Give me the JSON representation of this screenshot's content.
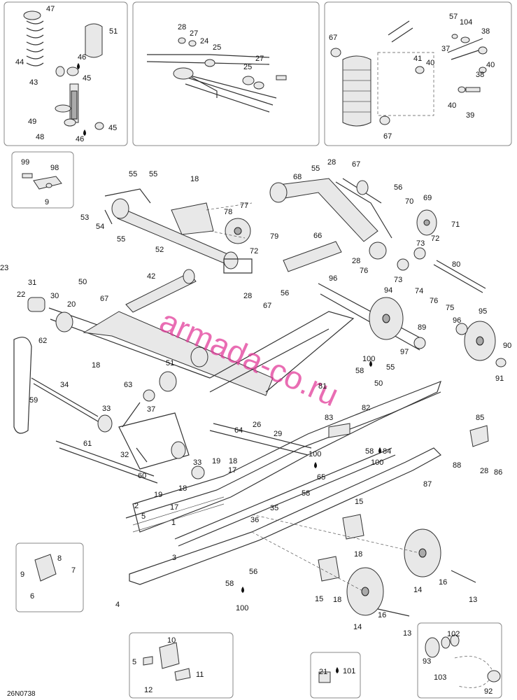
{
  "diagram_code": "26N0738",
  "watermark": "armada-co.ru",
  "callouts": [
    {
      "id": "c47",
      "text": "47"
    },
    {
      "id": "c51",
      "text": "51"
    },
    {
      "id": "c44",
      "text": "44"
    },
    {
      "id": "c46a",
      "text": "46"
    },
    {
      "id": "c43",
      "text": "43"
    },
    {
      "id": "c45a",
      "text": "45"
    },
    {
      "id": "c49",
      "text": "49"
    },
    {
      "id": "c48",
      "text": "48"
    },
    {
      "id": "c45b",
      "text": "45"
    },
    {
      "id": "c46b",
      "text": "46"
    },
    {
      "id": "c28a",
      "text": "28"
    },
    {
      "id": "c27a",
      "text": "27"
    },
    {
      "id": "c24",
      "text": "24"
    },
    {
      "id": "c25a",
      "text": "25"
    },
    {
      "id": "c25b",
      "text": "25"
    },
    {
      "id": "c27b",
      "text": "27"
    },
    {
      "id": "c67a",
      "text": "67"
    },
    {
      "id": "c57",
      "text": "57"
    },
    {
      "id": "c104",
      "text": "104"
    },
    {
      "id": "c38a",
      "text": "38"
    },
    {
      "id": "c37a",
      "text": "37"
    },
    {
      "id": "c41",
      "text": "41"
    },
    {
      "id": "c40a",
      "text": "40"
    },
    {
      "id": "c40b",
      "text": "40"
    },
    {
      "id": "c38b",
      "text": "38"
    },
    {
      "id": "c40c",
      "text": "40"
    },
    {
      "id": "c39",
      "text": "39"
    },
    {
      "id": "c67b",
      "text": "67"
    },
    {
      "id": "c99",
      "text": "99"
    },
    {
      "id": "c98",
      "text": "98"
    },
    {
      "id": "c9a",
      "text": "9"
    },
    {
      "id": "c55a",
      "text": "55"
    },
    {
      "id": "c55b",
      "text": "55"
    },
    {
      "id": "c18a",
      "text": "18"
    },
    {
      "id": "c53",
      "text": "53"
    },
    {
      "id": "c54",
      "text": "54"
    },
    {
      "id": "c55c",
      "text": "55"
    },
    {
      "id": "c78",
      "text": "78"
    },
    {
      "id": "c77",
      "text": "77"
    },
    {
      "id": "c52",
      "text": "52"
    },
    {
      "id": "c79",
      "text": "79"
    },
    {
      "id": "c72a",
      "text": "72"
    },
    {
      "id": "c68",
      "text": "68"
    },
    {
      "id": "c55d",
      "text": "55"
    },
    {
      "id": "c28b",
      "text": "28"
    },
    {
      "id": "c67c",
      "text": "67"
    },
    {
      "id": "c56a",
      "text": "56"
    },
    {
      "id": "c70",
      "text": "70"
    },
    {
      "id": "c69",
      "text": "69"
    },
    {
      "id": "c71",
      "text": "71"
    },
    {
      "id": "c72b",
      "text": "72"
    },
    {
      "id": "c66",
      "text": "66"
    },
    {
      "id": "c73a",
      "text": "73"
    },
    {
      "id": "c28c",
      "text": "28"
    },
    {
      "id": "c76a",
      "text": "76"
    },
    {
      "id": "c80",
      "text": "80"
    },
    {
      "id": "c73b",
      "text": "73"
    },
    {
      "id": "c74",
      "text": "74"
    },
    {
      "id": "c76b",
      "text": "76"
    },
    {
      "id": "c75",
      "text": "75"
    },
    {
      "id": "c23",
      "text": "23"
    },
    {
      "id": "c31",
      "text": "31"
    },
    {
      "id": "c22",
      "text": "22"
    },
    {
      "id": "c30",
      "text": "30"
    },
    {
      "id": "c20",
      "text": "20"
    },
    {
      "id": "c50a",
      "text": "50"
    },
    {
      "id": "c67d",
      "text": "67"
    },
    {
      "id": "c42",
      "text": "42"
    },
    {
      "id": "c28d",
      "text": "28"
    },
    {
      "id": "c67e",
      "text": "67"
    },
    {
      "id": "c56b",
      "text": "56"
    },
    {
      "id": "c96a",
      "text": "96"
    },
    {
      "id": "c94",
      "text": "94"
    },
    {
      "id": "c95",
      "text": "95"
    },
    {
      "id": "c96b",
      "text": "96"
    },
    {
      "id": "c89",
      "text": "89"
    },
    {
      "id": "c97",
      "text": "97"
    },
    {
      "id": "c90",
      "text": "90"
    },
    {
      "id": "c91",
      "text": "91"
    },
    {
      "id": "c62",
      "text": "62"
    },
    {
      "id": "c18b",
      "text": "18"
    },
    {
      "id": "c51b",
      "text": "51"
    },
    {
      "id": "c63",
      "text": "63"
    },
    {
      "id": "c100a",
      "text": "100"
    },
    {
      "id": "c58a",
      "text": "58"
    },
    {
      "id": "c50b",
      "text": "50"
    },
    {
      "id": "c55e",
      "text": "55"
    },
    {
      "id": "c81",
      "text": "81"
    },
    {
      "id": "c34",
      "text": "34"
    },
    {
      "id": "c59",
      "text": "59"
    },
    {
      "id": "c33a",
      "text": "33"
    },
    {
      "id": "c37b",
      "text": "37"
    },
    {
      "id": "c82",
      "text": "82"
    },
    {
      "id": "c83",
      "text": "83"
    },
    {
      "id": "c85",
      "text": "85"
    },
    {
      "id": "c64",
      "text": "64"
    },
    {
      "id": "c26",
      "text": "26"
    },
    {
      "id": "c29",
      "text": "29"
    },
    {
      "id": "c61",
      "text": "61"
    },
    {
      "id": "c32",
      "text": "32"
    },
    {
      "id": "c33b",
      "text": "33"
    },
    {
      "id": "c19a",
      "text": "19"
    },
    {
      "id": "c18c",
      "text": "18"
    },
    {
      "id": "c17a",
      "text": "17"
    },
    {
      "id": "c100b",
      "text": "100"
    },
    {
      "id": "c58b",
      "text": "58"
    },
    {
      "id": "c84",
      "text": "84"
    },
    {
      "id": "c100c",
      "text": "100"
    },
    {
      "id": "c88",
      "text": "88"
    },
    {
      "id": "c28e",
      "text": "28"
    },
    {
      "id": "c86",
      "text": "86"
    },
    {
      "id": "c87",
      "text": "87"
    },
    {
      "id": "c60",
      "text": "60"
    },
    {
      "id": "c19b",
      "text": "19"
    },
    {
      "id": "c18d",
      "text": "18"
    },
    {
      "id": "c17b",
      "text": "17"
    },
    {
      "id": "c65",
      "text": "65"
    },
    {
      "id": "c58c",
      "text": "58"
    },
    {
      "id": "c2",
      "text": "2"
    },
    {
      "id": "c5a",
      "text": "5"
    },
    {
      "id": "c1",
      "text": "1"
    },
    {
      "id": "c35",
      "text": "35"
    },
    {
      "id": "c36",
      "text": "36"
    },
    {
      "id": "c15a",
      "text": "15"
    },
    {
      "id": "c18e",
      "text": "18"
    },
    {
      "id": "c3",
      "text": "3"
    },
    {
      "id": "c8",
      "text": "8"
    },
    {
      "id": "c7",
      "text": "7"
    },
    {
      "id": "c9b",
      "text": "9"
    },
    {
      "id": "c6",
      "text": "6"
    },
    {
      "id": "c56c",
      "text": "56"
    },
    {
      "id": "c58d",
      "text": "58"
    },
    {
      "id": "c100d",
      "text": "100"
    },
    {
      "id": "c15b",
      "text": "15"
    },
    {
      "id": "c18f",
      "text": "18"
    },
    {
      "id": "c14a",
      "text": "14"
    },
    {
      "id": "c16a",
      "text": "16"
    },
    {
      "id": "c13a",
      "text": "13"
    },
    {
      "id": "c14b",
      "text": "14"
    },
    {
      "id": "c16b",
      "text": "16"
    },
    {
      "id": "c13b",
      "text": "13"
    },
    {
      "id": "c4",
      "text": "4"
    },
    {
      "id": "c10",
      "text": "10"
    },
    {
      "id": "c5b",
      "text": "5"
    },
    {
      "id": "c12",
      "text": "12"
    },
    {
      "id": "c11",
      "text": "11"
    },
    {
      "id": "c21",
      "text": "21"
    },
    {
      "id": "c101",
      "text": "101"
    },
    {
      "id": "c102",
      "text": "102"
    },
    {
      "id": "c93",
      "text": "93"
    },
    {
      "id": "c103",
      "text": "103"
    },
    {
      "id": "c92",
      "text": "92"
    }
  ]
}
